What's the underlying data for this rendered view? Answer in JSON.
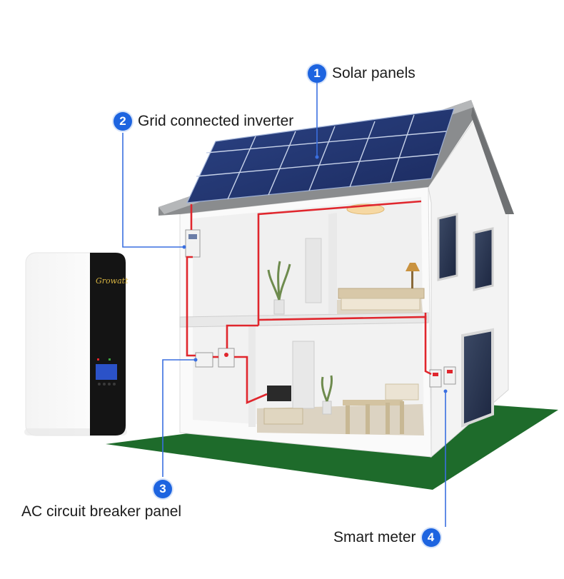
{
  "callouts": [
    {
      "number": "1",
      "label": "Solar panels"
    },
    {
      "number": "2",
      "label": "Grid connected inverter"
    },
    {
      "number": "3",
      "label": "AC circuit breaker panel"
    },
    {
      "number": "4",
      "label": "Smart meter"
    }
  ],
  "inverter_brand": "Growatt",
  "colors": {
    "badge": "#1d64e0",
    "wire_red": "#e0262d",
    "leader_blue": "#3a6fe0",
    "lawn_green": "#1e6b2b",
    "roof_grey": "#8a8c8e",
    "solar_blue": "#22356f"
  }
}
